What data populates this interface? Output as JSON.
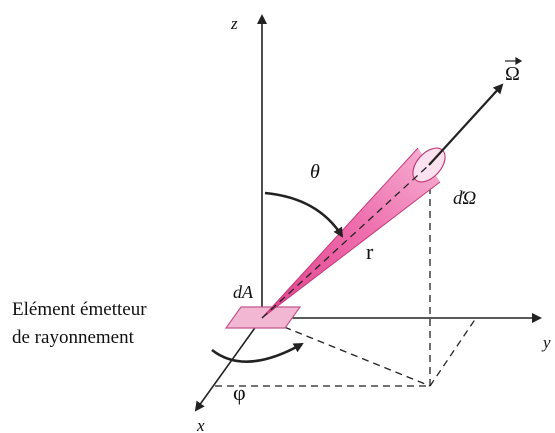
{
  "axes": {
    "x": "x",
    "y": "y",
    "z": "z"
  },
  "labels": {
    "theta": "θ",
    "phi": "φ",
    "r": "r",
    "dA": "dA",
    "dOmega": "dΏ",
    "omega_vector": "Ω"
  },
  "caption": {
    "line1": "Elément émetteur",
    "line2": "de rayonnement"
  },
  "colors": {
    "cone": "#e8559a",
    "cone_light": "#fbd3e6",
    "patch": "#f2b7d3",
    "axis": "#222222"
  }
}
